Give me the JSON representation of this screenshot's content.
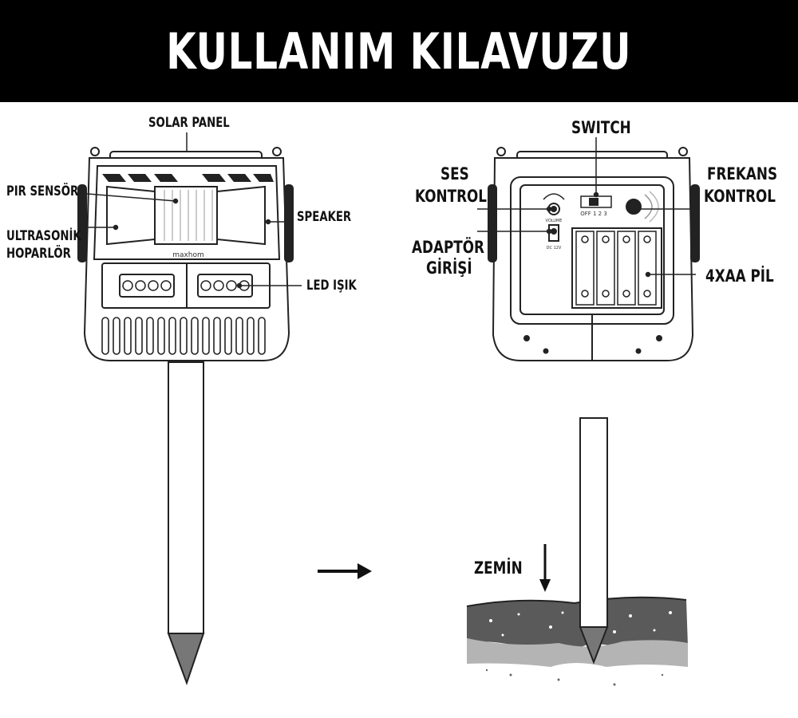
{
  "title": "KULLANIM KILAVUZU",
  "front_labels": {
    "solar_panel": "SOLAR PANEL",
    "pir_sensor": "PIR SENSÖR",
    "ultrasonic_line1": "ULTRASONİK",
    "ultrasonic_line2": "HOPARLÖR",
    "speaker": "SPEAKER",
    "led": "LED IŞIK"
  },
  "back_labels": {
    "switch": "SWITCH",
    "volume_line1": "SES",
    "volume_line2": "KONTROL",
    "frequency_line1": "FREKANS",
    "frequency_line2": "KONTROL",
    "adapter_line1": "ADAPTÖR",
    "adapter_line2": "GİRİŞİ",
    "battery": "4XAA PİL"
  },
  "device_markings": {
    "brand": "maxhom",
    "volume": "VOLUME",
    "switch_options": "OFF 1 2 3",
    "dc": "DC 12V"
  },
  "ground_label": "ZEMİN",
  "colors": {
    "banner": "#000000",
    "ink": "#111111",
    "soil_dark": "#5a5a5a",
    "soil_light": "#b4b4b4"
  }
}
